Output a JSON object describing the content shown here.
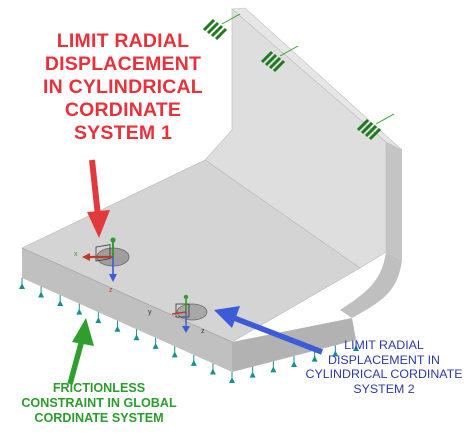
{
  "labels": {
    "radial_1": [
      "LIMIT RADIAL",
      "DISPLACEMENT",
      "IN CYLINDRICAL",
      "CORDINATE",
      "SYSTEM 1"
    ],
    "radial_2": [
      "LIMIT RADIAL",
      "DISPLACEMENT IN",
      "CYLINDRICAL CORDINATE",
      "SYSTEM 2"
    ],
    "frictionless": [
      "FRICTIONLESS",
      "CONSTRAINT IN GLOBAL",
      "CORDINATE SYSTEM"
    ]
  },
  "triad": {
    "x_axis": "x",
    "y_axis": "y",
    "z_axis": "z"
  },
  "colors": {
    "red_label": "#e8313a",
    "blue_label": "#2c3aa8",
    "green_label": "#2e9b2e",
    "red_arrow": "#e2393e",
    "blue_arrow": "#3b5bd9",
    "green_arrow": "#2f9e2f",
    "body_fill": "#d2d2d2",
    "marker_teal": "#1a8f8f",
    "marker_green": "#1f7a1f"
  }
}
